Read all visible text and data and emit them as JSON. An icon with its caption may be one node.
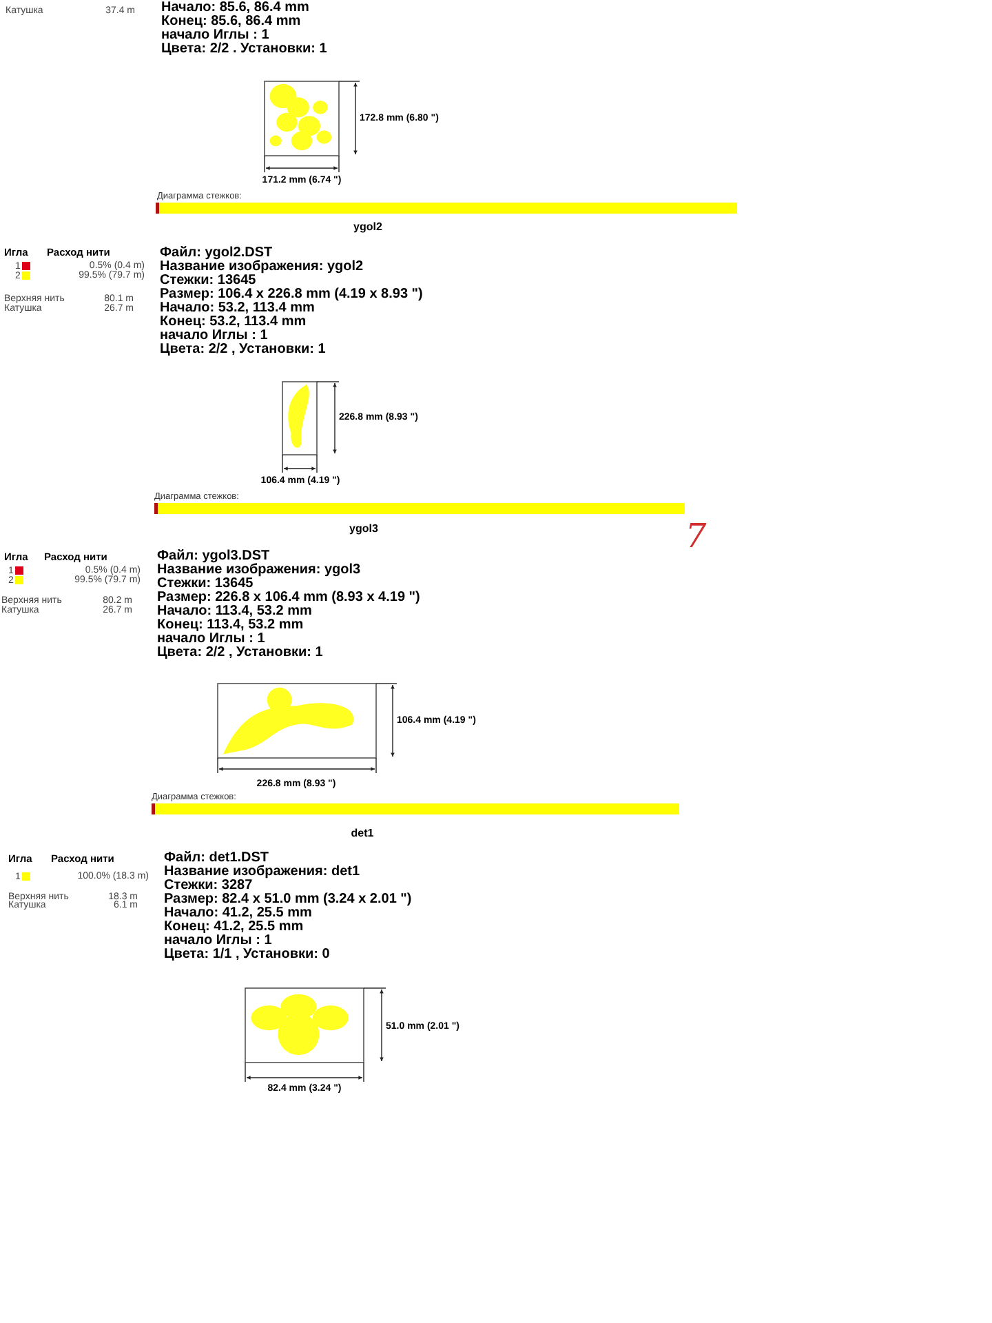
{
  "diagram": {
    "labels": [
      "Катушка",
      "37.4 m",
      "Начало: 85.6, 86.4 mm",
      "Конец: 85.6, 86.4 mm",
      "начало Иглы : 1",
      "Цвета: 2/2 . Установки: 1",
      "172.8 mm (6.80 \")",
      "171.2 mm (6.74 \")",
      "Диаграмма стежков:",
      "ygol2",
      "Игла",
      "Расход нити",
      "0.5% (0.4 m)",
      "99.5% (79.7 m)",
      "Верхняя нить",
      "80.1 m",
      "Катушка",
      "26.7 m",
      "Файл: ygol2.DST",
      "Название изображения: ygol2",
      "Стежки: 13645",
      "Размер: 106.4 x 226.8 mm (4.19 x 8.93 \")",
      "Начало: 53.2, 113.4 mm",
      "Конец: 53.2, 113.4 mm",
      "начало Иглы : 1",
      "Цвета: 2/2 , Установки: 1",
      "226.8 mm (8.93 \")",
      "106.4 mm (4.19 \")",
      "Диаграмма стежков:",
      "ygol3",
      "7",
      "Игла",
      "Расход нити",
      "0.5% (0.4 m)",
      "99.5% (79.7 m)",
      "Верхняя нить",
      "80.2 m",
      "Катушка",
      "26.7 m",
      "Файл: ygol3.DST",
      "Название изображения: ygol3",
      "Стежки: 13645",
      "Размер: 226.8 x 106.4 mm (8.93 x 4.19 \")",
      "Начало: 113.4, 53.2 mm",
      "Конец: 113.4, 53.2 mm",
      "начало Иглы : 1",
      "Цвета: 2/2 , Установки: 1",
      "106.4 mm (4.19 \")",
      "226.8 mm (8.93 \")",
      "Диаграмма стежков:",
      "det1",
      "Игла",
      "Расход нити",
      "100.0% (18.3 m)",
      "Верхняя нить",
      "18.3 m",
      "Катушка",
      "6.1 m",
      "Файл: det1.DST",
      "Название изображения: det1",
      "Стежки: 3287",
      "Размер: 82.4 x 51.0 mm (3.24 x 2.01 \")",
      "Начало: 41.2, 25.5 mm",
      "Конец: 41.2, 25.5 mm",
      "начало Иглы : 1",
      "Цвета: 1/1 , Установки: 0",
      "51.0 mm (2.01 \")",
      "82.4 mm (3.24 \")"
    ],
    "legend": [
      {
        "text": "1",
        "color": "#e0001a"
      },
      {
        "text": "2",
        "color": "#ffff00"
      },
      {
        "text": "1",
        "color": "#e0001a"
      },
      {
        "text": "2",
        "color": "#ffff00"
      },
      {
        "text": "1",
        "color": "#ffff00"
      }
    ]
  }
}
